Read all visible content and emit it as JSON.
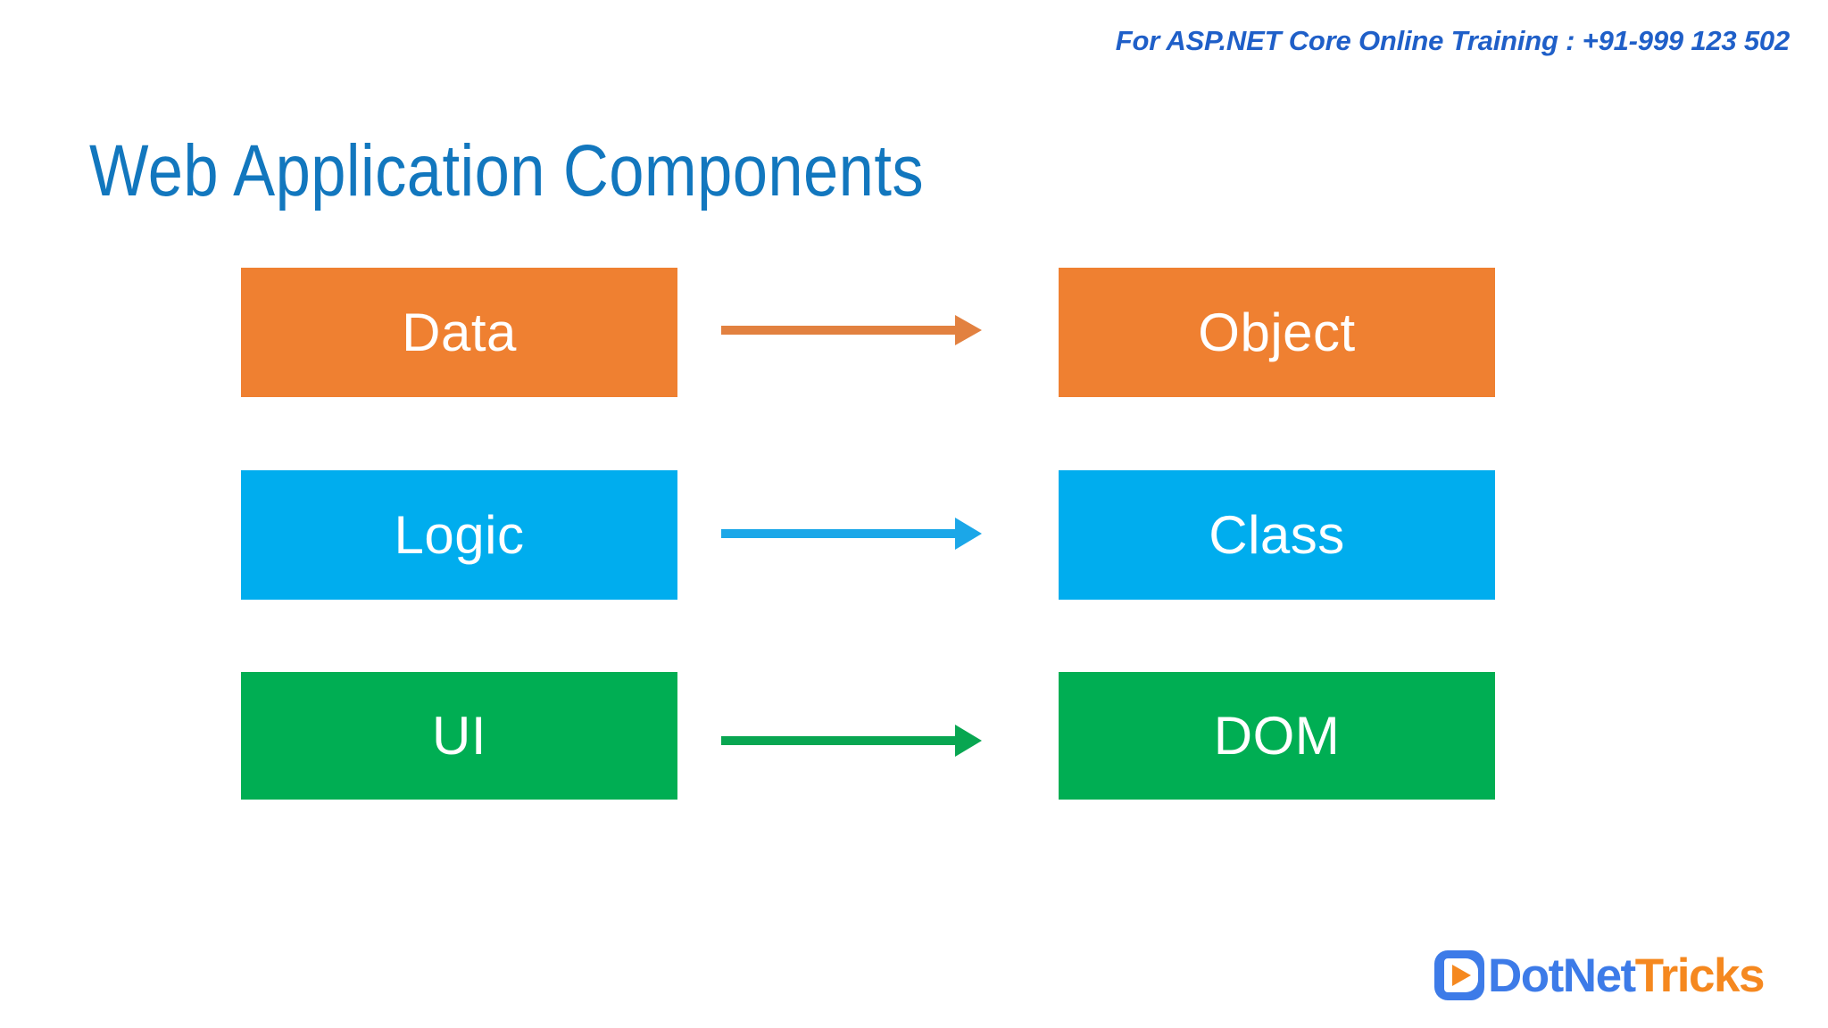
{
  "slide": {
    "background_color": "#FFFFFF",
    "contact_line": "For ASP.NET Core Online Training : +91-999 123 502",
    "title": "Web Application Components"
  },
  "colors": {
    "title_blue": "#1277BE",
    "contact_blue": "#1F5FC8",
    "orange": "#EF8031",
    "blue": "#00ADEE",
    "green": "#00AE53",
    "box_text": "#FFFFFF",
    "logo_blue": "#3D7BE8",
    "logo_orange": "#F5881F"
  },
  "diagram": {
    "rows": [
      {
        "source_label": "Data",
        "target_label": "Object",
        "color": "#EF8031",
        "arrow_icon": "arrow-right-icon"
      },
      {
        "source_label": "Logic",
        "target_label": "Class",
        "color": "#00ADEE",
        "arrow_icon": "arrow-right-icon"
      },
      {
        "source_label": "UI",
        "target_label": "DOM",
        "color": "#00AE53",
        "arrow_icon": "arrow-right-icon"
      }
    ]
  },
  "logo": {
    "mark_icon": "play-button-icon",
    "word_primary": "DotNet",
    "word_secondary": "Tricks"
  }
}
